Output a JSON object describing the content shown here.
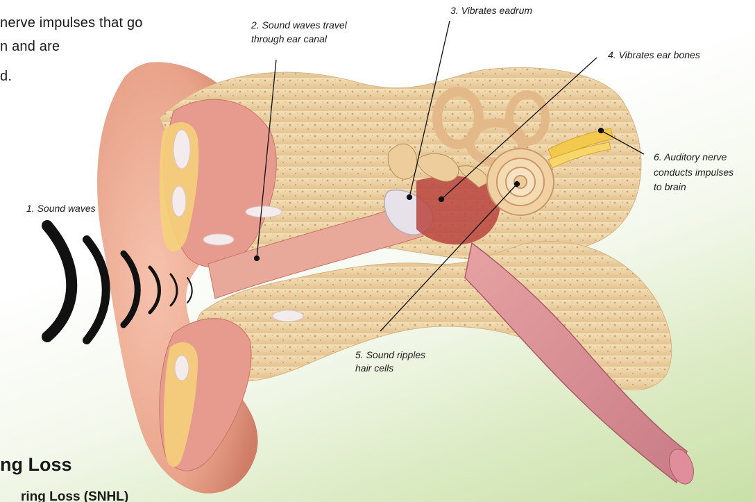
{
  "intro_text": {
    "line1": "nerve impulses that go",
    "line2": "n and are",
    "line3": "d."
  },
  "labels": {
    "step1": "1. Sound waves",
    "step2_line1": "2. Sound waves travel",
    "step2_line2": "through ear canal",
    "step3": "3. Vibrates eadrum",
    "step4": "4. Vibrates ear bones",
    "step5_line1": "5. Sound ripples",
    "step5_line2": "hair cells",
    "step6_line1": "6. Auditory nerve",
    "step6_line2": "conducts impulses",
    "step6_line3": "to brain"
  },
  "section": {
    "heading": "ng Loss",
    "subheading": "ring Loss (SNHL)"
  },
  "colors": {
    "skin": "#e9a48b",
    "skin_dark": "#cf7d67",
    "bone": "#efd3a3",
    "muscle": "#d98a8a",
    "nerve": "#f2c94c",
    "background_green": "#c9e0a8"
  }
}
